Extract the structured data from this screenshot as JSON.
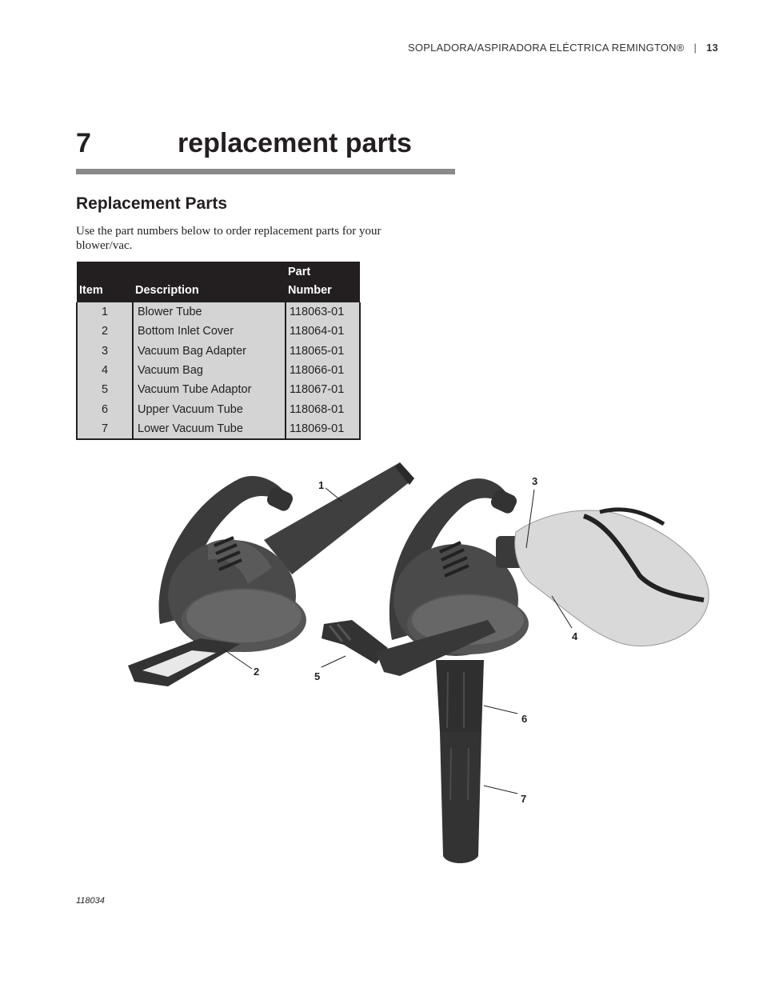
{
  "header": {
    "title": "SOPLADORA/ASPIRADORA ELÉCTRICA REMINGTON®",
    "separator": "|",
    "page": "13"
  },
  "chapter": {
    "number": "7",
    "title": "replacement parts"
  },
  "section": {
    "title": "Replacement Parts",
    "intro": "Use the part numbers below to order replacement parts for your blower/vac."
  },
  "table": {
    "headers": {
      "item": "Item",
      "description": "Description",
      "part_top": "Part",
      "part_bottom": "Number"
    },
    "rows": [
      {
        "item": "1",
        "description": "Blower Tube",
        "number": "118063-01"
      },
      {
        "item": "2",
        "description": "Bottom Inlet Cover",
        "number": "118064-01"
      },
      {
        "item": "3",
        "description": "Vacuum Bag Adapter",
        "number": "118065-01"
      },
      {
        "item": "4",
        "description": "Vacuum Bag",
        "number": "118066-01"
      },
      {
        "item": "5",
        "description": "Vacuum Tube Adaptor",
        "number": "118067-01"
      },
      {
        "item": "6",
        "description": "Upper Vacuum Tube",
        "number": "118068-01"
      },
      {
        "item": "7",
        "description": "Lower Vacuum Tube",
        "number": "118069-01"
      }
    ]
  },
  "illustration": {
    "callouts": [
      "1",
      "2",
      "3",
      "4",
      "5",
      "6",
      "7"
    ]
  },
  "figure_code": "118034"
}
